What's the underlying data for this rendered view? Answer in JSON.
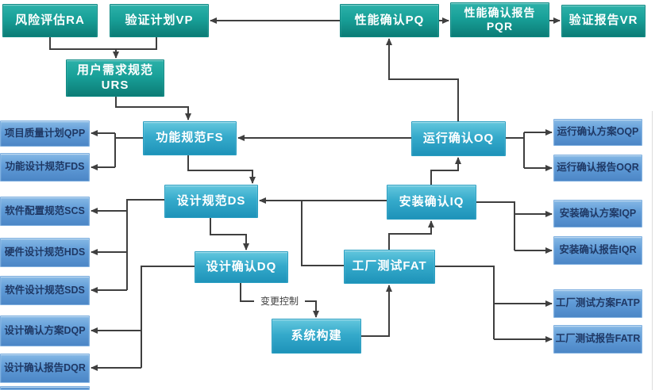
{
  "colors": {
    "teal_box": "#18a098",
    "cyan_box": "#35aacb",
    "blue_box": "#5f9bd7",
    "blue_box_text": "#1f3864",
    "white_box_text": "#ffffff",
    "connector": "#3f3f3f"
  },
  "nodes": {
    "top": [
      {
        "id": "ra",
        "label": "风险评估RA"
      },
      {
        "id": "vp",
        "label": "验证计划VP"
      },
      {
        "id": "pq",
        "label": "性能确认PQ"
      },
      {
        "id": "pqr",
        "label": "性能确认报告\nPQR"
      },
      {
        "id": "vr",
        "label": "验证报告VR"
      }
    ],
    "urs": {
      "label": "用户需求规范\nURS"
    },
    "middle": [
      {
        "id": "fs",
        "label": "功能规范FS"
      },
      {
        "id": "ds",
        "label": "设计规范DS"
      },
      {
        "id": "dq",
        "label": "设计确认DQ"
      },
      {
        "id": "build",
        "label": "系统构建"
      },
      {
        "id": "fat",
        "label": "工厂测试FAT"
      },
      {
        "id": "iq",
        "label": "安装确认IQ"
      },
      {
        "id": "oq",
        "label": "运行确认OQ"
      }
    ],
    "left": [
      {
        "label": "项目质量计划QPP"
      },
      {
        "label": "功能设计规范FDS"
      },
      {
        "label": "软件配置规范SCS"
      },
      {
        "label": "硬件设计规范HDS"
      },
      {
        "label": "软件设计规范SDS"
      },
      {
        "label": "设计确认方案DQP"
      },
      {
        "label": "设计确认报告DQR"
      }
    ],
    "right": [
      {
        "label": "运行确认方案OQP"
      },
      {
        "label": "运行确认报告OQR"
      },
      {
        "label": "安装确认方案IQP"
      },
      {
        "label": "安装确认报告IQR"
      },
      {
        "label": "工厂测试方案FATP"
      },
      {
        "label": "工厂测试报告FATR"
      }
    ]
  },
  "edge_labels": {
    "change_control": "变更控制"
  }
}
